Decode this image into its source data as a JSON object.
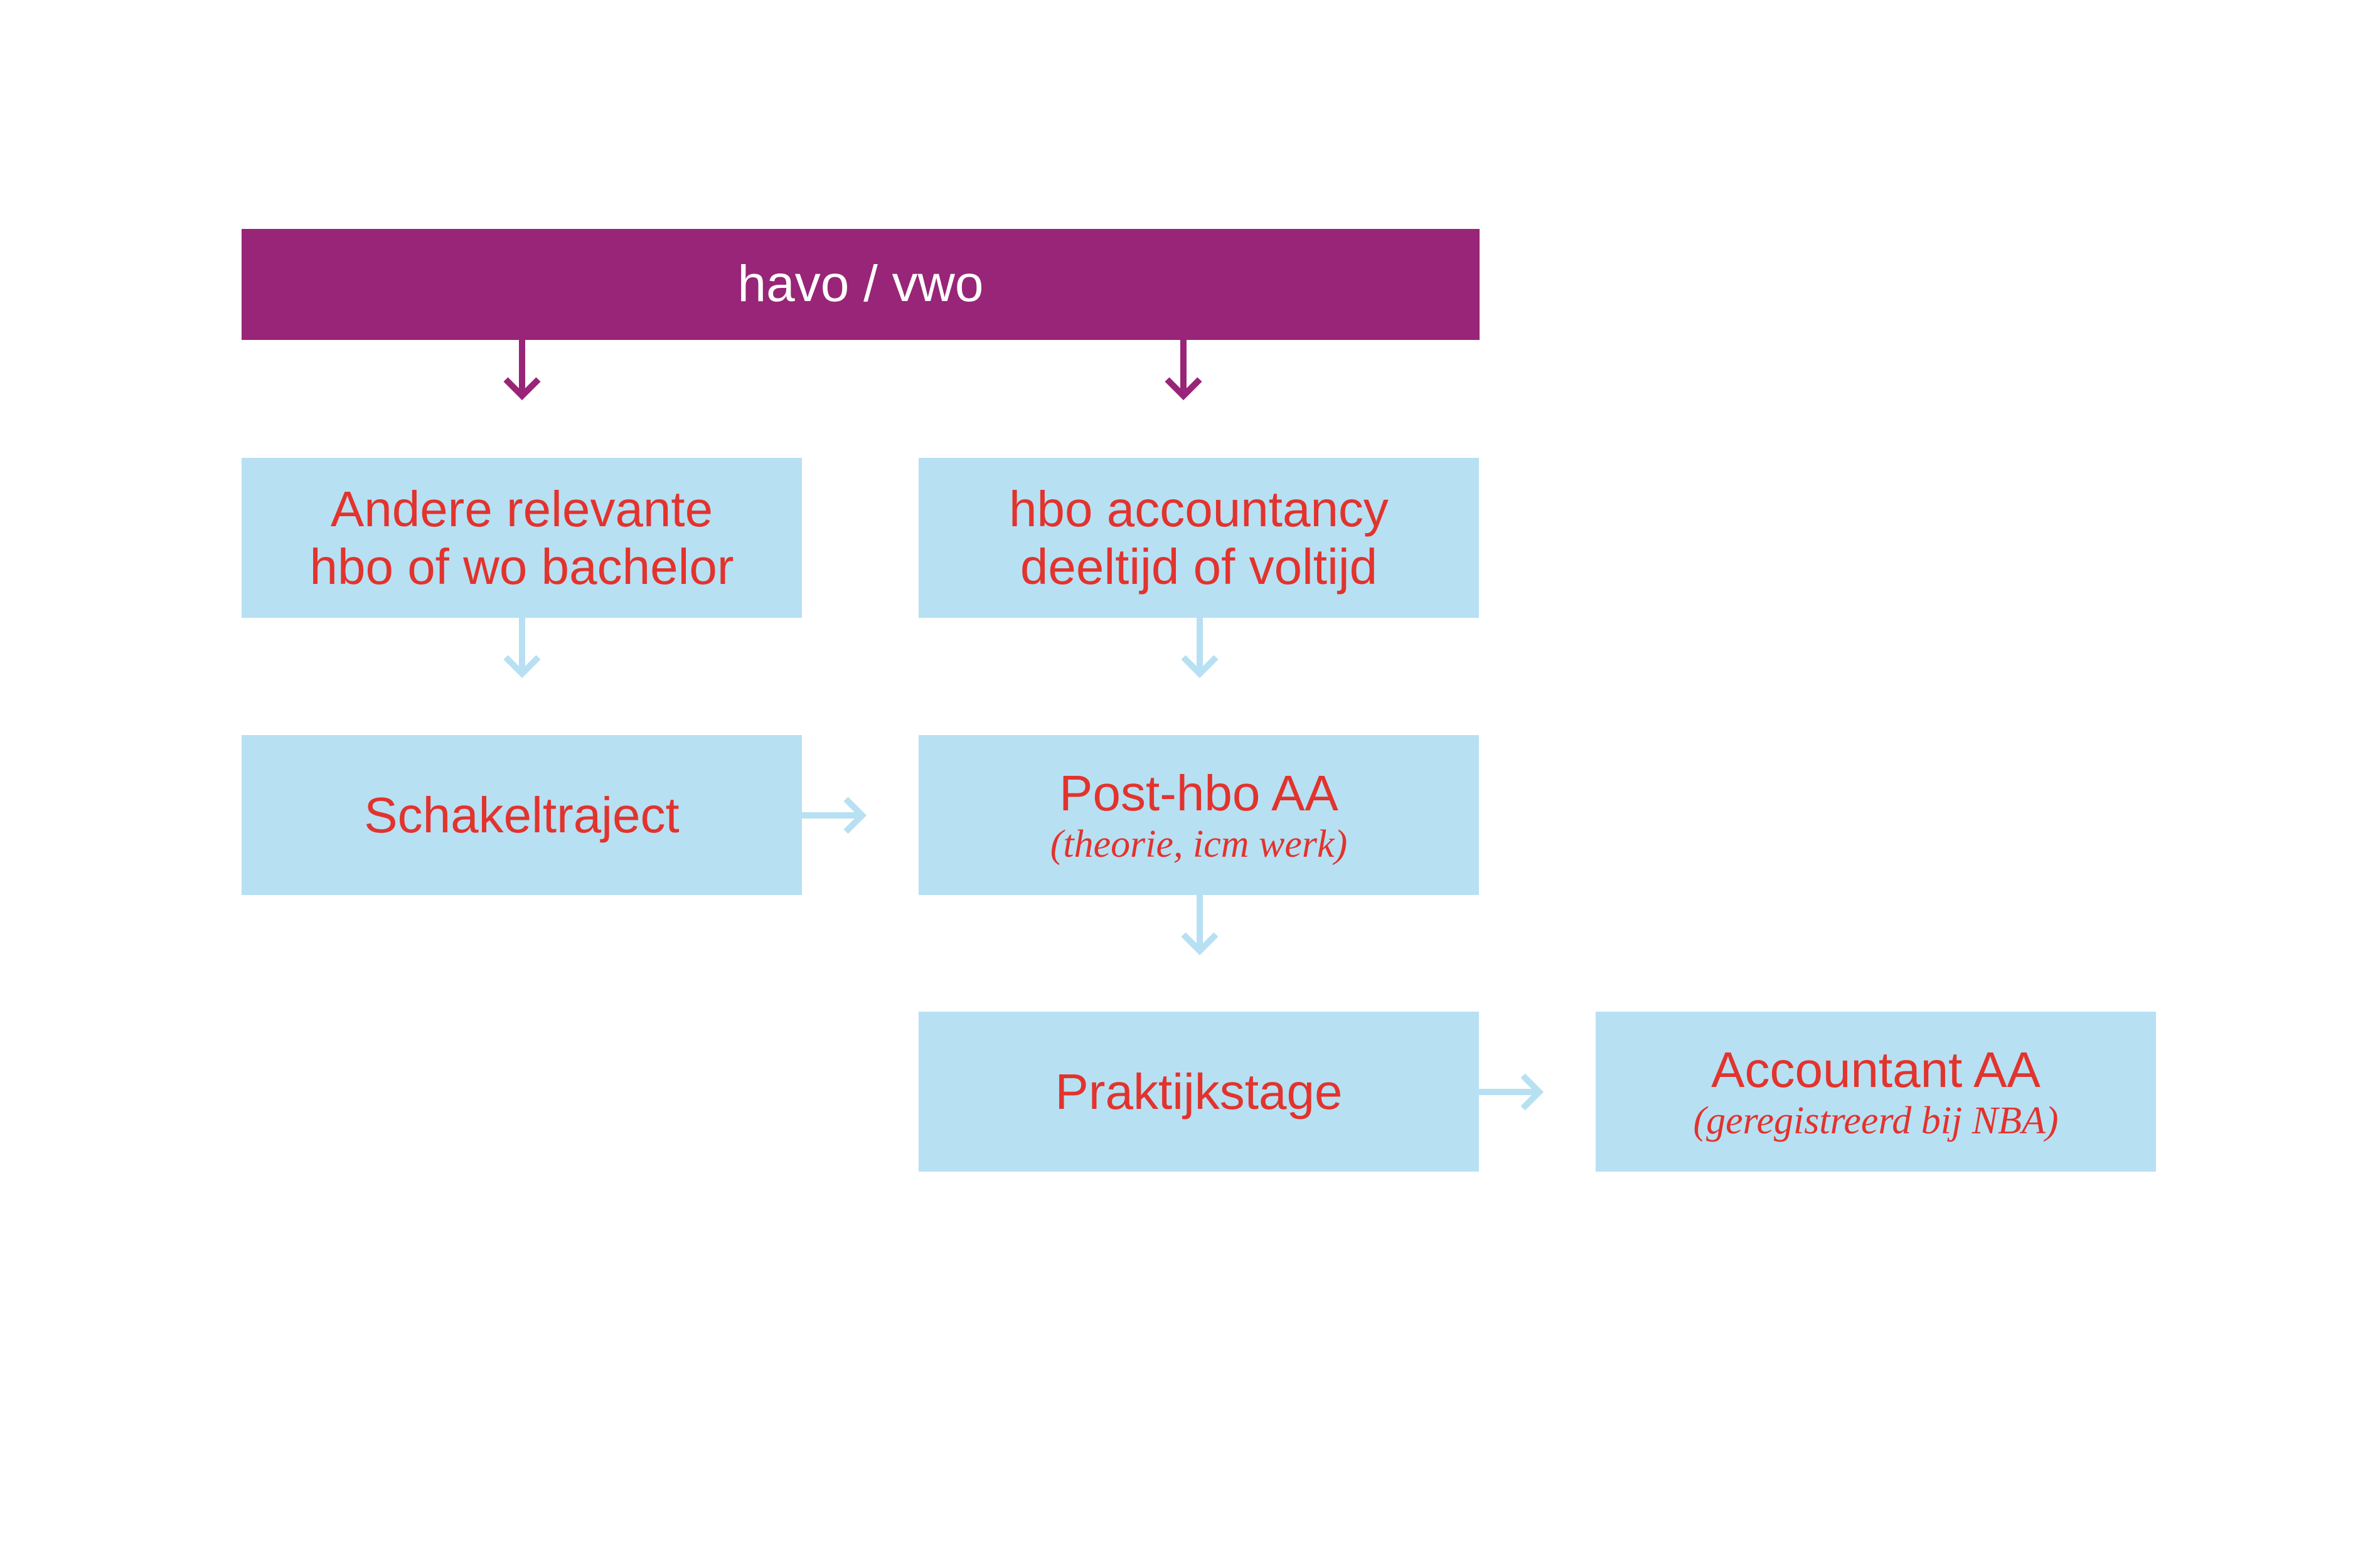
{
  "colors": {
    "primary_purple": "#982577",
    "box_light_blue": "#b7e0f3",
    "text_red": "#e2332d",
    "arrow_light_blue": "#b7e0f3"
  },
  "nodes": {
    "havo_vwo": {
      "label": "havo / vwo"
    },
    "andere_bachelor": {
      "line1": "Andere relevante",
      "line2": "hbo of wo bachelor"
    },
    "hbo_accountancy": {
      "line1": "hbo accountancy",
      "line2": "deeltijd of voltijd"
    },
    "schakeltraject": {
      "label": "Schakeltraject"
    },
    "post_hbo_aa": {
      "label": "Post-hbo AA",
      "sub": "(theorie, icm werk)"
    },
    "praktijkstage": {
      "label": "Praktijkstage"
    },
    "accountant_aa": {
      "label": "Accountant AA",
      "sub": "(geregistreerd bij NBA)"
    }
  },
  "edges": [
    {
      "from": "havo_vwo",
      "to": "andere_bachelor"
    },
    {
      "from": "havo_vwo",
      "to": "hbo_accountancy"
    },
    {
      "from": "andere_bachelor",
      "to": "schakeltraject"
    },
    {
      "from": "hbo_accountancy",
      "to": "post_hbo_aa"
    },
    {
      "from": "schakeltraject",
      "to": "post_hbo_aa"
    },
    {
      "from": "post_hbo_aa",
      "to": "praktijkstage"
    },
    {
      "from": "praktijkstage",
      "to": "accountant_aa"
    }
  ]
}
